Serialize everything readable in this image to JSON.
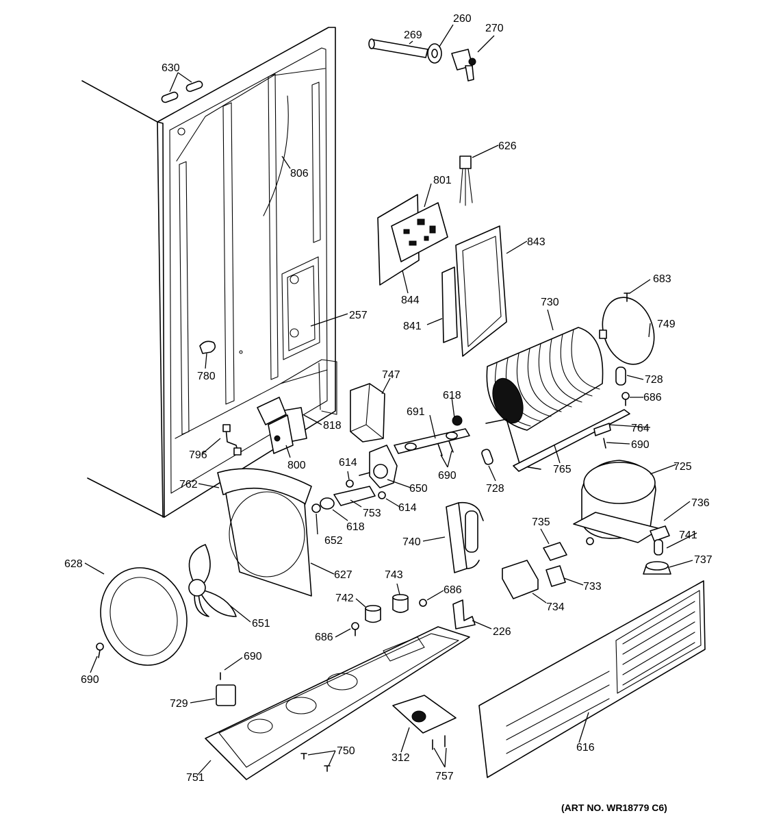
{
  "diagram": {
    "art_number": "(ART NO. WR18779 C6)"
  },
  "labels": {
    "p269": "269",
    "p260": "260",
    "p270": "270",
    "p630": "630",
    "p806": "806",
    "p626": "626",
    "p801": "801",
    "p843": "843",
    "p844": "844",
    "p257": "257",
    "p683": "683",
    "p730": "730",
    "p749": "749",
    "p841": "841",
    "p780": "780",
    "p747": "747",
    "p728a": "728",
    "p618a": "618",
    "p686a": "686",
    "p691": "691",
    "p818": "818",
    "p764": "764",
    "p796": "796",
    "p690a": "690",
    "p614a": "614",
    "p800": "800",
    "p650": "650",
    "p690b": "690",
    "p728b": "728",
    "p765": "765",
    "p725": "725",
    "p762": "762",
    "p753": "753",
    "p614b": "614",
    "p618b": "618",
    "p736": "736",
    "p652": "652",
    "p740": "740",
    "p735": "735",
    "p741": "741",
    "p628": "628",
    "p627": "627",
    "p743": "743",
    "p737": "737",
    "p733": "733",
    "p686b": "686",
    "p742": "742",
    "p734": "734",
    "p651": "651",
    "p226": "226",
    "p686c": "686",
    "p690c": "690",
    "p690d": "690",
    "p729": "729",
    "p616": "616",
    "p750": "750",
    "p312": "312",
    "p751": "751",
    "p757": "757"
  }
}
